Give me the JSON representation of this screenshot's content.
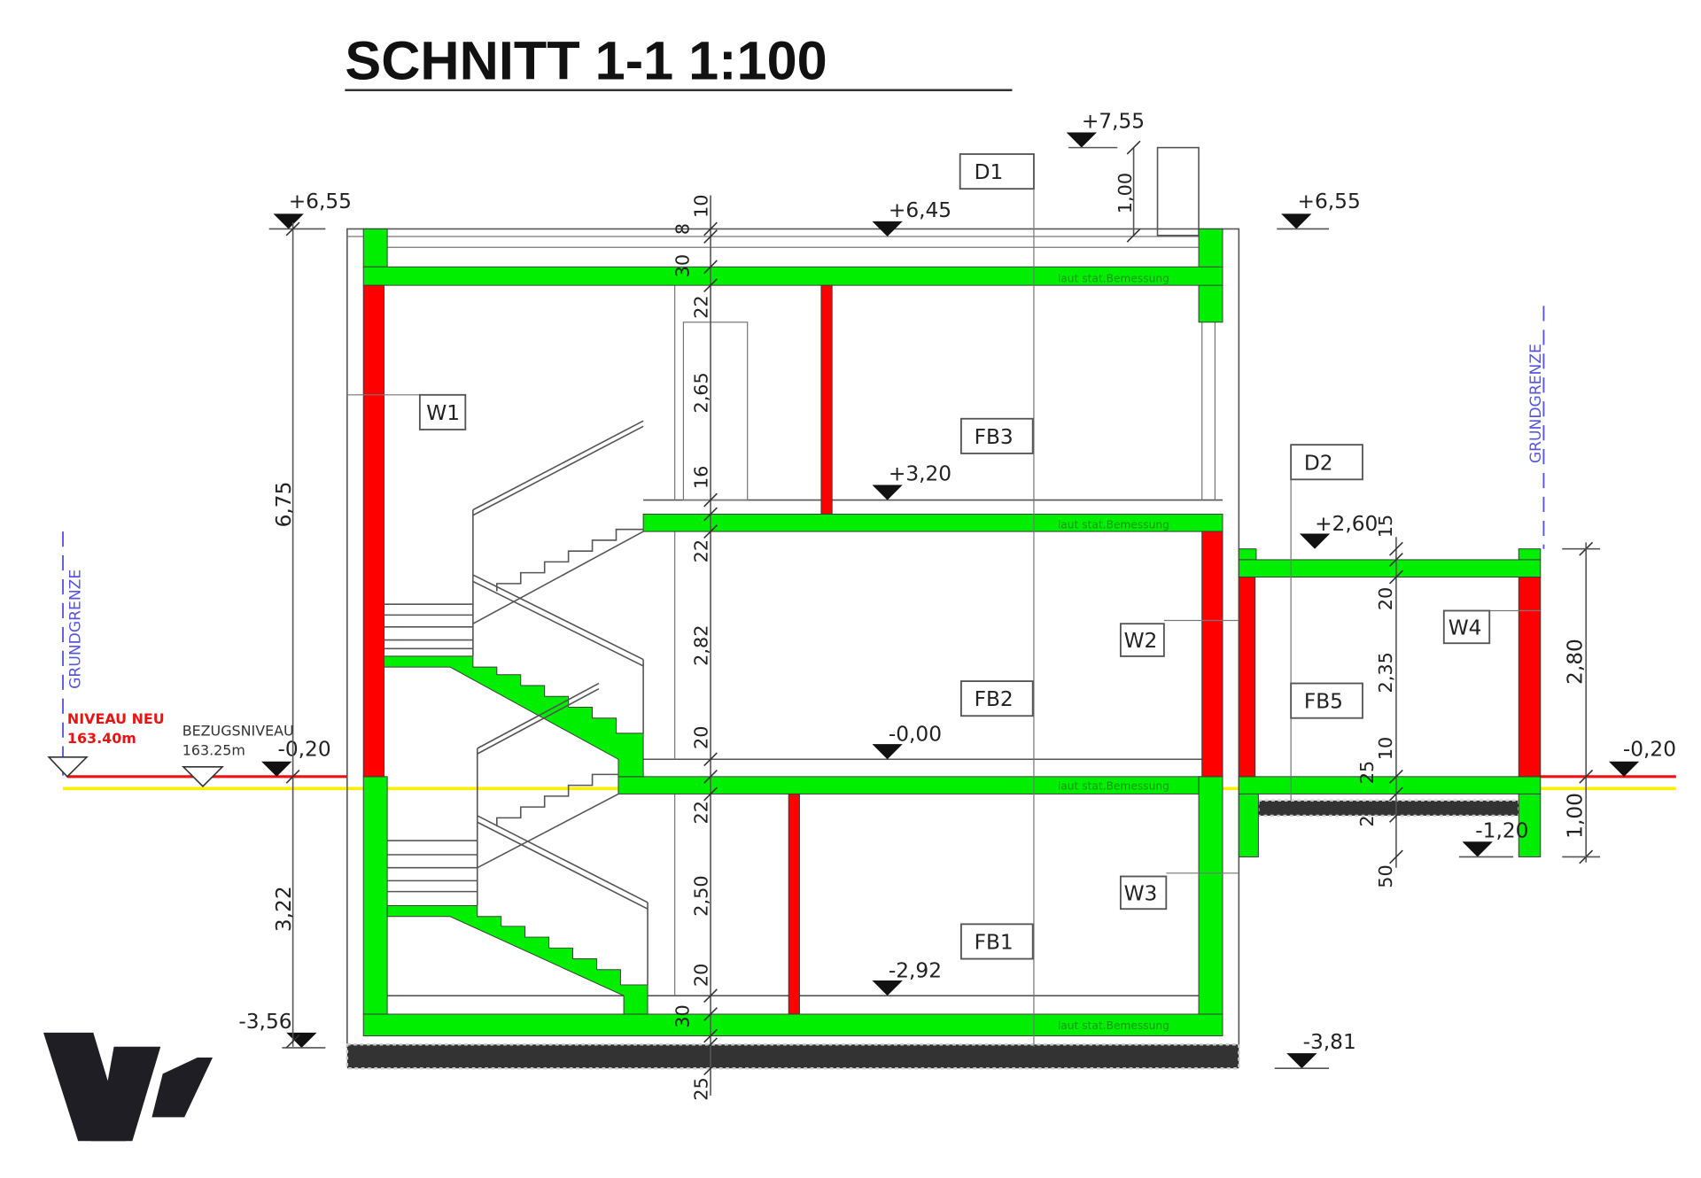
{
  "title": "SCHNITT 1-1 1:100",
  "levels": {
    "top_left": "+6,55",
    "chimney": "+7,55",
    "roof": "+6,45",
    "top_right": "+6,55",
    "upper_floor": "+3,20",
    "annex_roof": "+2,60",
    "ground_floor": "-0,00",
    "terrain_left": "-0,20",
    "terrain_right": "-0,20",
    "annex_foundation": "-1,20",
    "basement_floor": "-2,92",
    "basement_left": "-3,56",
    "basement_bottom": "-3,81"
  },
  "components": {
    "d1": "D1",
    "d2": "D2",
    "w1": "W1",
    "w2": "W2",
    "w3": "W3",
    "w4": "W4",
    "fb1": "FB1",
    "fb2": "FB2",
    "fb3": "FB3",
    "fb5": "FB5"
  },
  "slab_note": "laut stat.Bemessung",
  "boundary_label": "GRUNDGRENZE",
  "niveau_neu": {
    "label": "NIVEAU NEU",
    "value": "163.40m"
  },
  "bezugsniveau": {
    "label": "BEZUGSNIVEAU",
    "value": "163.25m"
  },
  "dimensions": {
    "overall_upper": "6,75",
    "overall_lower": "3,22",
    "chimney_height": "1,00",
    "chain": [
      "10",
      "8",
      "30",
      "22",
      "2,65",
      "16",
      "22",
      "2,82",
      "20",
      "22",
      "2,50",
      "20",
      "30",
      "25"
    ],
    "annex_chain": [
      "15",
      "20",
      "2,35",
      "10",
      "25",
      "2",
      "50"
    ],
    "annex_upper": "2,80",
    "annex_lower": "1,00"
  },
  "colors": {
    "concrete": "#00ee00",
    "masonry": "#ff0000",
    "terrain_new": "#ee1111",
    "reference": "#ffee00",
    "boundary": "#5555dd"
  }
}
